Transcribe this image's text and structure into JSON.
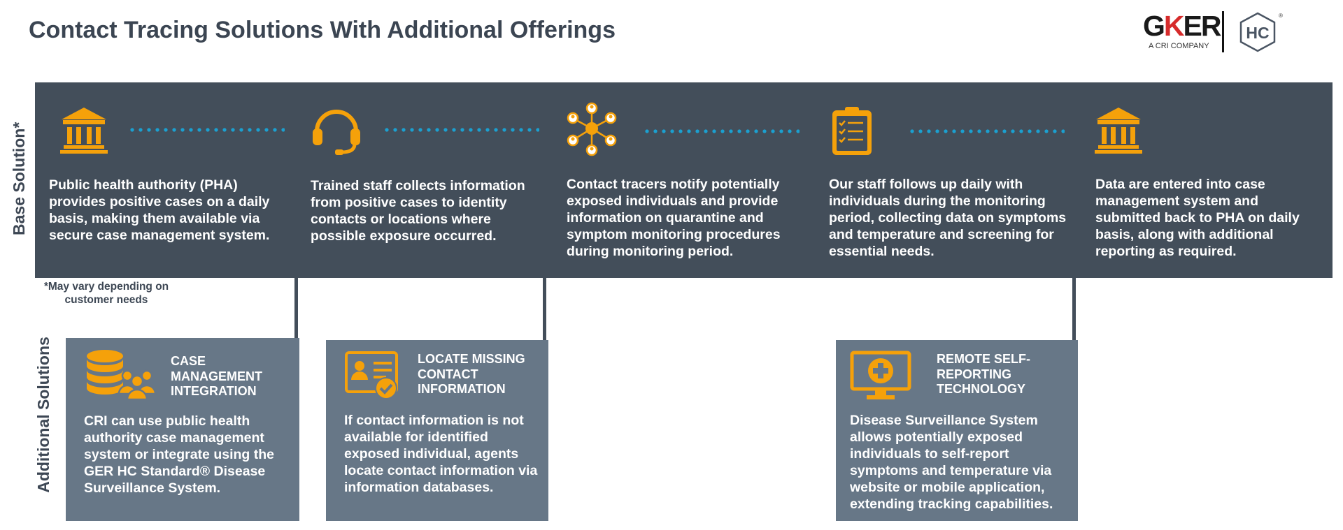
{
  "header": {
    "title": "Contact Tracing Solutions With Additional Offerings",
    "logo": {
      "brand_prefix": "G",
      "brand_accent": "K",
      "brand_suffix": "ER",
      "tagline": "A CRI COMPANY",
      "badge_text": "HC",
      "registered_mark": "®"
    }
  },
  "base": {
    "label": "Base Solution*",
    "steps": [
      {
        "icon": "building-icon",
        "text": "Public health authority (PHA) provides positive cases on a daily basis, making them available via secure case management system."
      },
      {
        "icon": "headset-icon",
        "text": "Trained staff collects information from positive cases to identity contacts or locations where possible exposure occurred."
      },
      {
        "icon": "network-people-icon",
        "text": "Contact tracers notify potentially exposed individuals and provide information on quarantine and symptom monitoring procedures during monitoring period."
      },
      {
        "icon": "clipboard-checklist-icon",
        "text": "Our staff follows up daily with individuals during the monitoring period, collecting data on symptoms and temperature and screening for essential needs."
      },
      {
        "icon": "building-icon",
        "text": "Data are entered into case management system and submitted back to PHA on daily basis, along with additional reporting as required."
      }
    ],
    "footnote": "*May vary depending on customer needs"
  },
  "additional": {
    "label": "Additional Solutions",
    "cards": [
      {
        "icon": "database-people-icon",
        "title": "CASE MANAGEMENT INTEGRATION",
        "body": "CRI can use public health authority case management system or integrate using the GER HC Standard® Disease Surveillance System."
      },
      {
        "icon": "contact-card-check-icon",
        "title": "LOCATE MISSING CONTACT INFORMATION",
        "body": "If contact information is not available for identified exposed individual, agents locate contact information via information databases."
      },
      {
        "icon": "monitor-medical-icon",
        "title": "REMOTE SELF-REPORTING TECHNOLOGY",
        "body": "Disease Surveillance System allows potentially exposed individuals to self-report symptoms and temperature via website or mobile application, extending tracking capabilities."
      }
    ]
  },
  "colors": {
    "title": "#3b4552",
    "band": "#434e5a",
    "card": "#677787",
    "icon": "#f5a10a",
    "dots": "#1ba0d0"
  }
}
